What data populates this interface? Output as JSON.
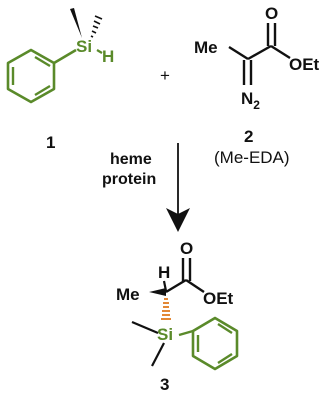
{
  "reaction": {
    "reactant1": {
      "atoms": {
        "si": "Si",
        "h": "H"
      },
      "number": "1",
      "color": "#5a8a2a"
    },
    "plus": "+",
    "reactant2": {
      "atoms": {
        "me": "Me",
        "o": "O",
        "oet": "OEt",
        "n2": "N",
        "n2_sub": "2"
      },
      "number": "2",
      "label": "(Me-EDA)"
    },
    "conditions": {
      "line1": "heme",
      "line2": "protein"
    },
    "product": {
      "atoms": {
        "h": "H",
        "o": "O",
        "me": "Me",
        "oet": "OEt",
        "si": "Si"
      },
      "number": "3"
    }
  }
}
